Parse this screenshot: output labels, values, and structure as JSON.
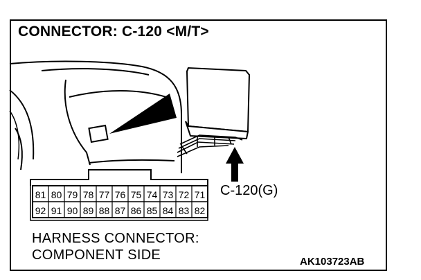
{
  "title": "CONNECTOR: C-120 <M/T>",
  "callout": "C-120(G)",
  "harness": {
    "line1": "HARNESS CONNECTOR:",
    "line2": "COMPONENT SIDE"
  },
  "code": "AK103723AB",
  "pins": {
    "top": [
      "81",
      "80",
      "79",
      "78",
      "77",
      "76",
      "75",
      "74",
      "73",
      "72",
      "71"
    ],
    "bottom": [
      "92",
      "91",
      "90",
      "89",
      "88",
      "87",
      "86",
      "85",
      "84",
      "83",
      "82"
    ]
  }
}
